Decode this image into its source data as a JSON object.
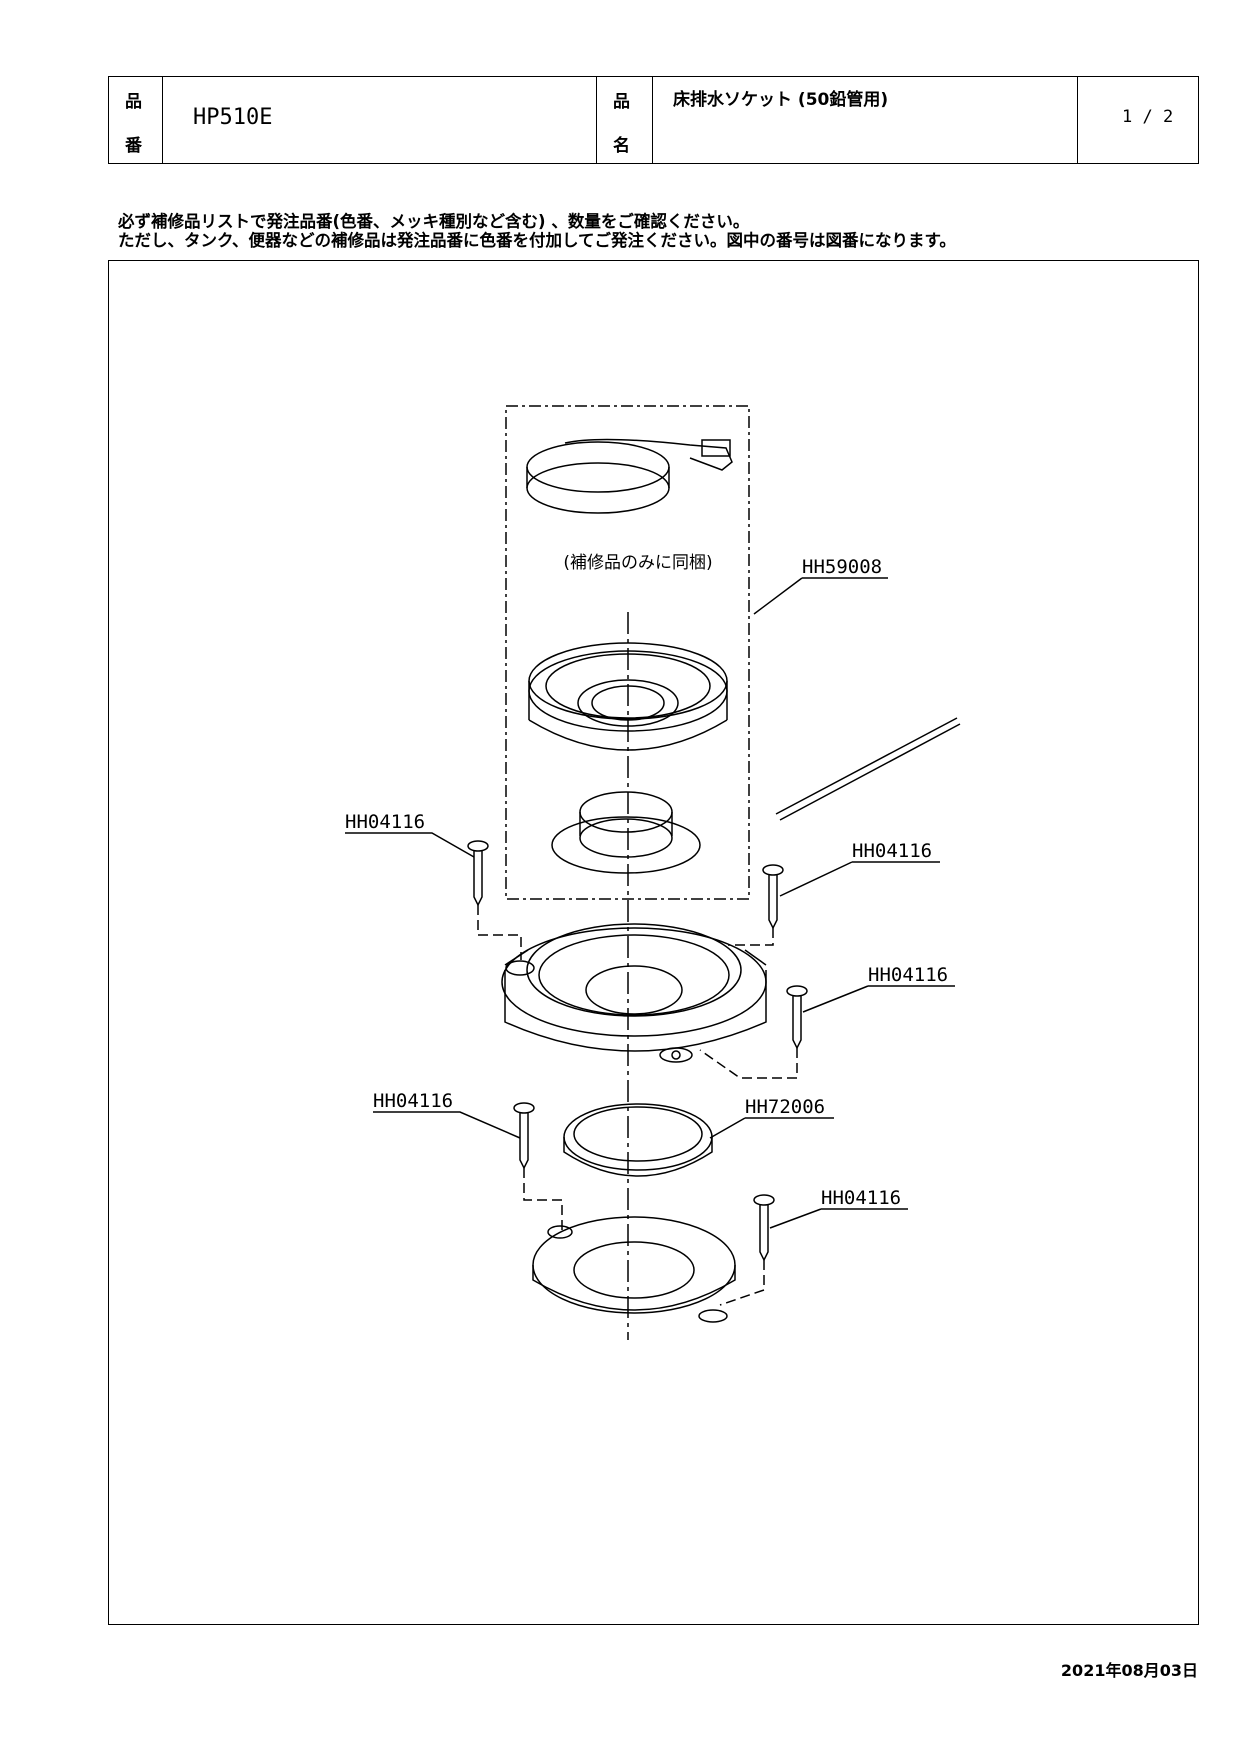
{
  "header": {
    "part_no_label_top": "品",
    "part_no_label_bottom": "番",
    "part_no": "HP510E",
    "name_label_top": "品",
    "name_label_bottom": "名",
    "name": "床排水ソケット (50鉛管用)",
    "page": "1 / 2"
  },
  "notes": {
    "line1": "必ず補修品リストで発注品番(色番、メッキ種別など含む) 、数量をご確認ください。",
    "line2": "ただし、タンク、便器などの補修品は発注品番に色番を付加してご発注ください。図中の番号は図番になります。"
  },
  "diagram": {
    "bundle_note": "(補修品のみに同梱)",
    "callouts": {
      "hh59008": "HH59008",
      "screw_upper_left": "HH04116",
      "screw_upper_right": "HH04116",
      "screw_mid_right": "HH04116",
      "screw_lower_left": "HH04116",
      "hh72006": "HH72006",
      "screw_lower_right": "HH04116"
    }
  },
  "footer": {
    "date": "2021年08月03日"
  }
}
